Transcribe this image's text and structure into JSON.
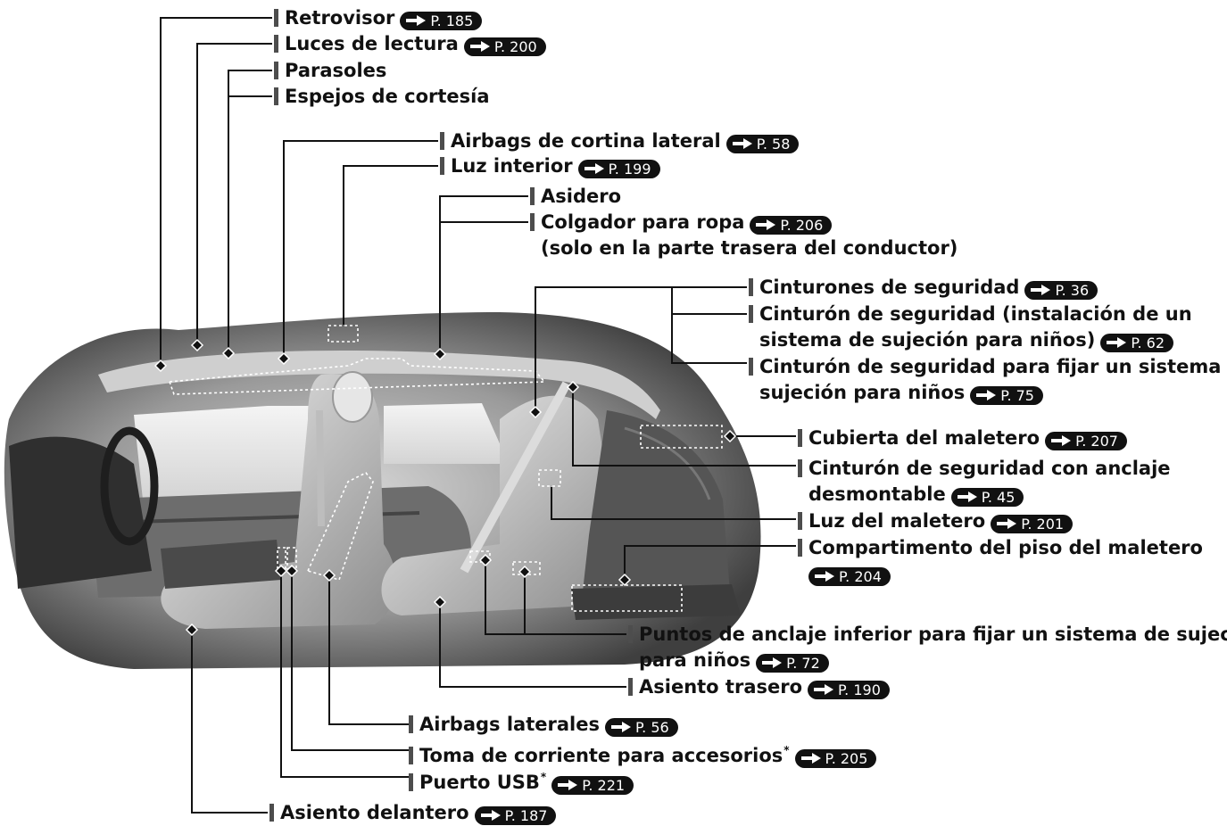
{
  "labels": {
    "retrovisor": {
      "text": "Retrovisor",
      "ref": "P. 185"
    },
    "luces_lectura": {
      "text": "Luces de lectura",
      "ref": "P. 200"
    },
    "parasoles": {
      "text": "Parasoles"
    },
    "espejos": {
      "text": "Espejos de cortesía"
    },
    "airbags_cortina": {
      "text": "Airbags de cortina lateral",
      "ref": "P. 58"
    },
    "luz_interior": {
      "text": "Luz interior",
      "ref": "P. 199"
    },
    "asidero": {
      "text": "Asidero"
    },
    "colgador": {
      "text": "Colgador para ropa",
      "ref": "P. 206",
      "line2": "(solo en la parte trasera del conductor)"
    },
    "cinturones": {
      "text": "Cinturones de seguridad",
      "ref": "P. 36"
    },
    "cinturon_instalacion": {
      "text": "Cinturón de seguridad (instalación de un",
      "line2": "sistema de sujeción para niños)",
      "ref": "P. 62"
    },
    "cinturon_fijar": {
      "text": "Cinturón de seguridad para fijar un sistema de",
      "line2": "sujeción para niños",
      "ref": "P. 75"
    },
    "cubierta": {
      "text": "Cubierta del maletero",
      "ref": "P. 207"
    },
    "cinturon_anclaje": {
      "text": "Cinturón de seguridad con anclaje",
      "line2": "desmontable",
      "ref": "P. 45"
    },
    "luz_maletero": {
      "text": "Luz del maletero",
      "ref": "P. 201"
    },
    "compartimento": {
      "text": "Compartimento del piso del maletero",
      "ref": "P. 204"
    },
    "puntos_anclaje": {
      "text": "Puntos de anclaje inferior para fijar un sistema de sujeción",
      "line2": "para niños",
      "ref": "P. 72"
    },
    "asiento_trasero": {
      "text": "Asiento trasero",
      "ref": "P. 190"
    },
    "airbags_laterales": {
      "text": "Airbags laterales",
      "ref": "P. 56"
    },
    "toma_corriente": {
      "text": "Toma de corriente para accesorios",
      "asterisk": "*",
      "ref": "P. 205"
    },
    "puerto_usb": {
      "text": "Puerto USB",
      "asterisk": "*",
      "ref": "P. 221"
    },
    "asiento_delantero": {
      "text": "Asiento delantero",
      "ref": "P. 187"
    }
  },
  "colors": {
    "ink": "#111111",
    "bar": "#4d4d4d",
    "cabin_dark": "#3a3a3a",
    "cabin_light": "#c8c8c8"
  }
}
